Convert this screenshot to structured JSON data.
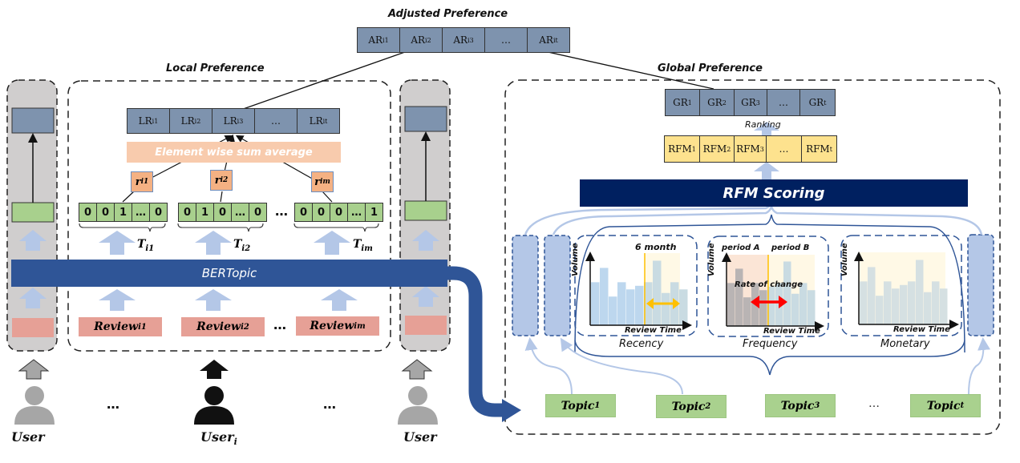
{
  "adjusted": {
    "title": "Adjusted Preference",
    "cells": [
      {
        "base": "AR",
        "sub": "i1"
      },
      {
        "base": "AR",
        "sub": "i2"
      },
      {
        "base": "AR",
        "sub": "i3"
      },
      {
        "base": "…",
        "sub": ""
      },
      {
        "base": "AR",
        "sub": "it"
      }
    ]
  },
  "local": {
    "title": "Local Preference",
    "cells": [
      {
        "base": "LR",
        "sub": "i1"
      },
      {
        "base": "LR",
        "sub": "i2"
      },
      {
        "base": "LR",
        "sub": "i3"
      },
      {
        "base": "…",
        "sub": ""
      },
      {
        "base": "LR",
        "sub": "it"
      }
    ],
    "aggregation_label": "Element wise sum average",
    "r_boxes": [
      {
        "base": "r",
        "sub": "i1"
      },
      {
        "base": "r",
        "sub": "i2"
      },
      {
        "base": "r",
        "sub": "im"
      }
    ],
    "vectors": [
      [
        "0",
        "0",
        "1",
        "…",
        "0"
      ],
      [
        "0",
        "1",
        "0",
        "…",
        "0"
      ],
      [
        "0",
        "0",
        "0",
        "…",
        "1"
      ]
    ],
    "vector_ellipsis": "…",
    "topic_dists": [
      {
        "base": "T",
        "sub": "i1"
      },
      {
        "base": "T",
        "sub": "i2"
      },
      {
        "base": "T",
        "sub": "im"
      }
    ],
    "reviews": [
      {
        "base": "Review",
        "sub": "i1"
      },
      {
        "base": "Review",
        "sub": "i2"
      },
      {
        "base": "Review",
        "sub": "im"
      }
    ],
    "review_ellipsis": "…"
  },
  "bertopic": {
    "label": "BERTopic"
  },
  "users": {
    "left": {
      "base": "User",
      "sub": ""
    },
    "center": {
      "base": "User",
      "sub": "i"
    },
    "right": {
      "base": "User",
      "sub": ""
    },
    "ellipsis": "…"
  },
  "global": {
    "title": "Global Preference",
    "gr_cells": [
      {
        "base": "GR",
        "sub": "1"
      },
      {
        "base": "GR",
        "sub": "2"
      },
      {
        "base": "GR",
        "sub": "3"
      },
      {
        "base": "…",
        "sub": ""
      },
      {
        "base": "GR",
        "sub": "t"
      }
    ],
    "ranking_label": "Ranking",
    "rfm_cells": [
      {
        "base": "RFM",
        "sub": "1"
      },
      {
        "base": "RFM",
        "sub": "2"
      },
      {
        "base": "RFM",
        "sub": "3"
      },
      {
        "base": "…",
        "sub": ""
      },
      {
        "base": "RFM",
        "sub": "t"
      }
    ],
    "rfm_scoring_label": "RFM Scoring",
    "topics": [
      {
        "base": "Topic",
        "sub": "1"
      },
      {
        "base": "Topic",
        "sub": "2"
      },
      {
        "base": "Topic",
        "sub": "3"
      },
      {
        "base": "Topic",
        "sub": "t"
      }
    ],
    "topic_ellipsis": "…"
  },
  "charts": {
    "y_label": "Volume",
    "x_label": "Review Time",
    "recency": {
      "caption": "Recency",
      "annotation": "6 month"
    },
    "frequency": {
      "caption": "Frequency",
      "period_a": "period A",
      "period_b": "period B",
      "annotation": "Rate of change"
    },
    "monetary": {
      "caption": "Monetary"
    }
  },
  "chart_data": [
    {
      "type": "bar",
      "title": "Recency",
      "xlabel": "Review Time",
      "ylabel": "Volume",
      "values": [
        6,
        8,
        4,
        6,
        5,
        5.5,
        6,
        9,
        4.5,
        6,
        5
      ],
      "highlight_from_index": 6,
      "annotation": "6 month"
    },
    {
      "type": "bar",
      "title": "Frequency",
      "xlabel": "Review Time",
      "ylabel": "Volume",
      "values": [
        6,
        8,
        4,
        6,
        5,
        5.5,
        6,
        9,
        4.5,
        6,
        5
      ],
      "split_index": 5,
      "periods": [
        "period A",
        "period B"
      ],
      "annotation": "Rate of change"
    },
    {
      "type": "bar",
      "title": "Monetary",
      "xlabel": "Review Time",
      "ylabel": "Volume",
      "values": [
        6,
        8,
        4,
        6,
        5,
        5.5,
        6,
        9,
        4.5,
        6,
        5
      ]
    }
  ],
  "colors": {
    "pref_blue": "#7e93ae",
    "rfm_yellow": "#fde28e",
    "vector_green": "#a8d08d",
    "review_red": "#e6a096",
    "r_orange": "#f4b183",
    "bertopic_blue": "#2f5597",
    "rfm_navy": "#002060",
    "light_arrow": "#b4c7e7",
    "element_sum": "#f8cbad"
  }
}
